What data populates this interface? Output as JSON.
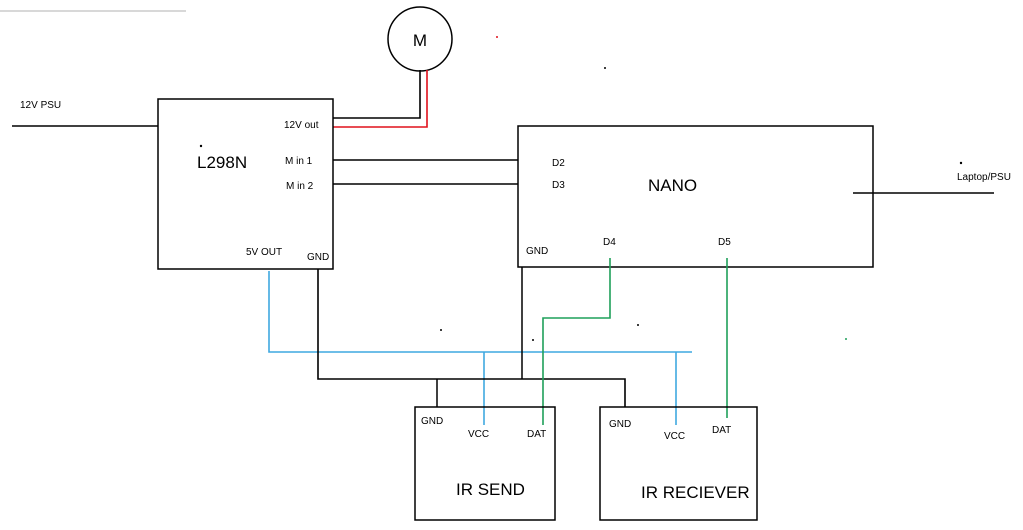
{
  "colors": {
    "line": "#000000",
    "motor_positive": "#e0101c",
    "power_5v": "#3fa8e0",
    "data_signal": "#1fa05a",
    "top_rule": "#b0b0b0"
  },
  "motor": {
    "label": "M"
  },
  "psu12": {
    "label": "12V PSU"
  },
  "l298n": {
    "title": "L298N",
    "out12": "12V out",
    "min1": "M in 1",
    "min2": "M in 2",
    "out5v": "5V OUT",
    "gnd": "GND"
  },
  "nano": {
    "title": "NANO",
    "d2": "D2",
    "d3": "D3",
    "gnd": "GND",
    "d4": "D4",
    "d5": "D5",
    "laptop": "Laptop/PSU"
  },
  "ir_send": {
    "title": "IR SEND",
    "gnd": "GND",
    "vcc": "VCC",
    "dat": "DAT"
  },
  "ir_receiver": {
    "title": "IR RECIEVER",
    "gnd": "GND",
    "vcc": "VCC",
    "dat": "DAT"
  }
}
